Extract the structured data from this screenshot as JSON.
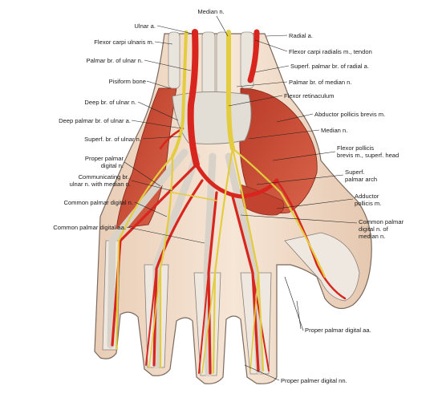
{
  "labels": {
    "median_n_top": "Median n.",
    "ulnar_a": "Ulnar a.",
    "flexor_carpi_ulnaris": "Flexor carpi ulnaris m.",
    "palmar_br_ulnar_n": "Palmar br. of ulnar n.",
    "pisiform_bone": "Pisiform bone",
    "deep_br_ulnar_n": "Deep br. of ulnar n.",
    "deep_palmar_br_ulnar_a": "Deep palmar br. of ulnar a.",
    "superf_br_ulnar_n": "Superf. br. of ulnar n.",
    "proper_palmar_digital_n": "Proper palmar\ndigital n.",
    "communicating_br": "Communicating br.,\nulnar n. with median n.",
    "common_palmar_digital_n": "Common palmar digital n.",
    "common_palmar_digital_aa": "Common palmar digital aa.",
    "radial_a": "Radial a.",
    "flexor_carpi_radialis": "Flexor carpi radialis m., tendon",
    "superf_palmar_br_radial_a": "Superf. palmar br. of radial a.",
    "palmar_br_median_n": "Palmar br. of median n.",
    "flexor_retinaculum": "Flexor retinaculum",
    "abductor_pollicis_brevis": "Abductor pollicis brevis m.",
    "median_n_right": "Median n.",
    "flexor_pollicis_brevis": "Flexor pollicis\nbrevis m., superf. head",
    "superf_palmar_arch": "Superf.\npalmar arch",
    "adductor_pollicis": "Adductor\npollicis m.",
    "common_palmar_digital_n_median": "Common palmar\ndigital n. of\nmedian n.",
    "proper_palmar_digital_aa": "Proper palmar digital aa.",
    "proper_palmer_digital_nn": "Proper palmer digital nn."
  },
  "colors": {
    "artery": "#d8261f",
    "nerve": "#e8d24a",
    "muscle": "#c94a35",
    "tendon": "#e8e4dc",
    "skin": "#f2dcc8",
    "leader": "#222222"
  }
}
